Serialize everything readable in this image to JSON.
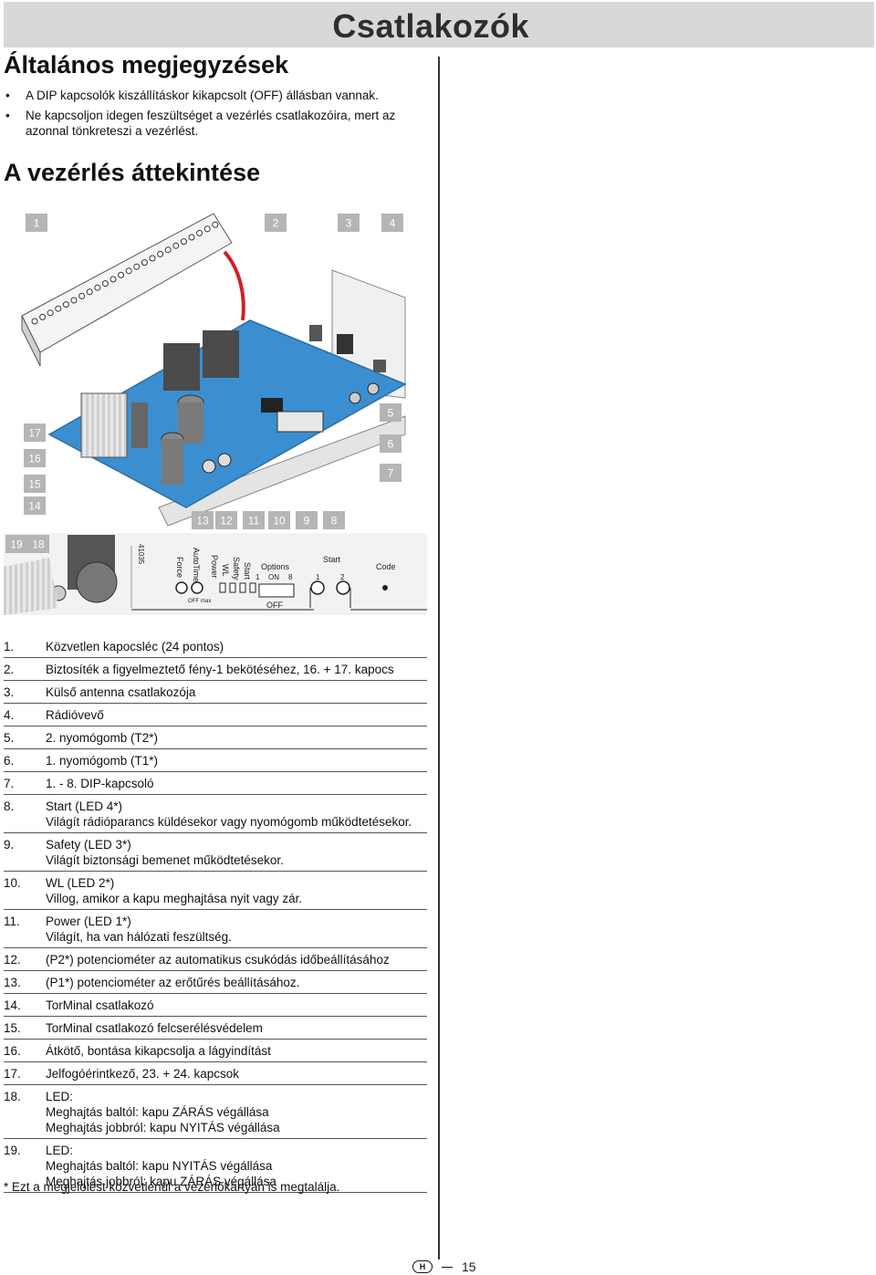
{
  "header": {
    "title": "Csatlakozók"
  },
  "general": {
    "title": "Általános megjegyzések",
    "bullets": [
      "A DIP kapcsolók kiszállításkor kikapcsolt (OFF) állásban vannak.",
      "Ne kapcsoljon idegen feszültséget a vezérlés csatlakozóira, mert az azonnal tönkreteszi a vezérlést."
    ]
  },
  "overview": {
    "title": "A vezérlés áttekintése",
    "callouts": [
      "1",
      "2",
      "3",
      "4",
      "5",
      "6",
      "7",
      "8",
      "9",
      "10",
      "11",
      "12",
      "13",
      "14",
      "15",
      "16",
      "17",
      "18",
      "19"
    ],
    "board_labels": {
      "model": "41035",
      "force": "Force",
      "autotime": "AutoTime",
      "power": "Power",
      "wl": "WL",
      "safety": "Safety",
      "start": "Start",
      "options": "Options",
      "on": "ON",
      "opt1": "1",
      "opt8": "8",
      "start_btn": "Start",
      "btn1": "1",
      "btn2": "2",
      "code": "Code",
      "off": "OFF",
      "pot_off": "OFF",
      "pot_max": "max"
    }
  },
  "items": [
    {
      "num": "1.",
      "lines": [
        "Közvetlen kapocsléc (24 pontos)"
      ]
    },
    {
      "num": "2.",
      "lines": [
        "Biztosíték a figyelmeztető fény-1 bekötéséhez, 16. + 17. kapocs"
      ]
    },
    {
      "num": "3.",
      "lines": [
        "Külső antenna csatlakozója"
      ]
    },
    {
      "num": "4.",
      "lines": [
        "Rádióvevő"
      ]
    },
    {
      "num": "5.",
      "lines": [
        "2. nyomógomb (T2*)"
      ]
    },
    {
      "num": "6.",
      "lines": [
        "1. nyomógomb (T1*)"
      ]
    },
    {
      "num": "7.",
      "lines": [
        "1. - 8. DIP-kapcsoló"
      ]
    },
    {
      "num": "8.",
      "lines": [
        "Start (LED 4*)",
        "Világít rádióparancs küldésekor vagy nyomógomb működtetésekor."
      ]
    },
    {
      "num": "9.",
      "lines": [
        "Safety (LED 3*)",
        "Világít biztonsági bemenet működtetésekor."
      ]
    },
    {
      "num": "10.",
      "lines": [
        "WL (LED 2*)",
        "Villog, amikor a kapu meghajtása nyit vagy zár."
      ]
    },
    {
      "num": "11.",
      "lines": [
        "Power (LED 1*)",
        "Világít, ha van hálózati feszültség."
      ]
    },
    {
      "num": "12.",
      "lines": [
        "(P2*) potenciométer az automatikus csukódás időbeállításához"
      ]
    },
    {
      "num": "13.",
      "lines": [
        "(P1*) potenciométer az erőtűrés beállításához."
      ]
    },
    {
      "num": "14.",
      "lines": [
        "TorMinal csatlakozó"
      ]
    },
    {
      "num": "15.",
      "lines": [
        "TorMinal csatlakozó felcserélésvédelem"
      ]
    },
    {
      "num": "16.",
      "lines": [
        "Átkötő, bontása kikapcsolja a lágyindítást"
      ]
    },
    {
      "num": "17.",
      "lines": [
        "Jelfogóérintkező, 23. + 24. kapcsok"
      ]
    },
    {
      "num": "18.",
      "lines": [
        "LED:",
        "Meghajtás baltól: kapu ZÁRÁS végállása",
        "Meghajtás jobbról: kapu NYITÁS végállása"
      ]
    },
    {
      "num": "19.",
      "lines": [
        "LED:",
        "Meghajtás baltól: kapu NYITÁS végállása",
        "Meghajtás jobbról: kapu ZÁRÁS végállása"
      ]
    }
  ],
  "footnote": "* Ezt a megjelölést közvetlenül a vezérlőkártyán is megtalálja.",
  "footer": {
    "lang": "H",
    "page": "15"
  }
}
